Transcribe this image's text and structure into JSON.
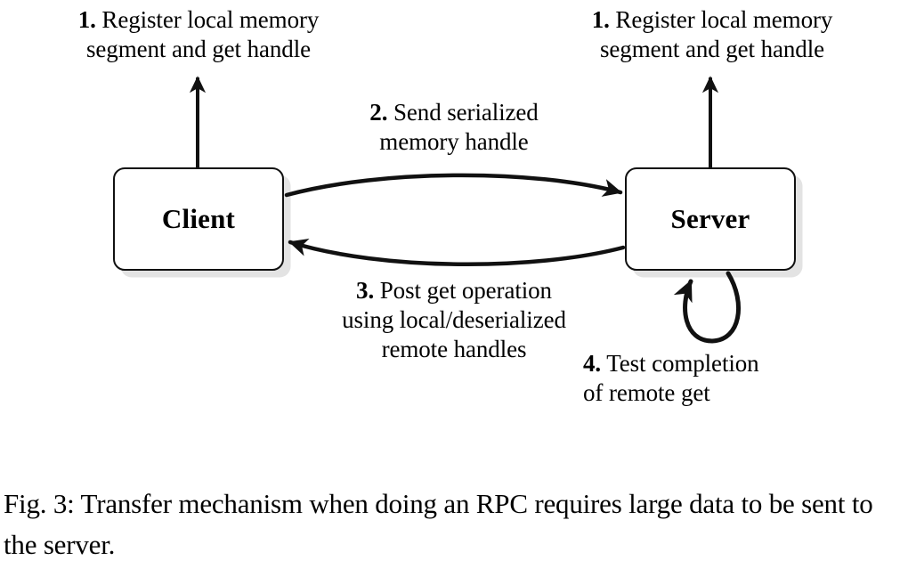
{
  "figure": {
    "nodes": [
      {
        "id": "client",
        "label": "Client"
      },
      {
        "id": "server",
        "label": "Server"
      }
    ],
    "labels": {
      "step1_client": "1. Register local memory\nsegment and get handle",
      "step1_client_num": "1.",
      "step1_client_text": " Register local memory\nsegment and get handle",
      "step1_server_num": "1.",
      "step1_server_text": " Register local memory\nsegment and get handle",
      "step2_num": "2.",
      "step2_text": " Send serialized\nmemory handle",
      "step3_num": "3.",
      "step3_text": " Post get operation\nusing local/deserialized\nremote handles",
      "step4_num": "4.",
      "step4_text": " Test completion\nof remote get"
    },
    "arrows": [
      {
        "name": "client-register-arrow",
        "direction": "up",
        "from": "client-box-top",
        "to": "step1-client-label"
      },
      {
        "name": "server-register-arrow",
        "direction": "up",
        "from": "server-box-top",
        "to": "step1-server-label"
      },
      {
        "name": "client-to-server-arrow",
        "direction": "right",
        "curve": "arc-up",
        "label_ref": "step2"
      },
      {
        "name": "server-to-client-arrow",
        "direction": "left",
        "curve": "arc-down",
        "label_ref": "step3"
      },
      {
        "name": "server-self-loop-arrow",
        "direction": "loop",
        "label_ref": "step4"
      }
    ],
    "colors": {
      "stroke": "#111111",
      "node_fill": "#ffffff",
      "node_shadow": "#e3e3e3",
      "text": "#000000",
      "background": "#ffffff"
    }
  },
  "caption": {
    "text": "Fig. 3: Transfer mechanism when doing an RPC requires large data to be sent to the server."
  }
}
